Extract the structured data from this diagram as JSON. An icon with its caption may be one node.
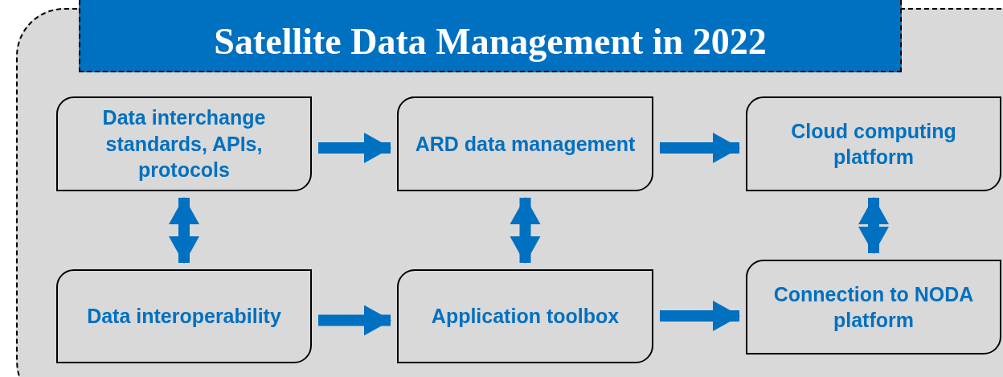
{
  "diagram": {
    "title": "Satellite Data Management in 2022",
    "nodes": [
      {
        "text": [
          "Data interchange standards, APIs, protocols"
        ]
      },
      {
        "text": [
          "ARD data management"
        ]
      },
      {
        "text": [
          "Cloud computing platform"
        ]
      },
      {
        "text": [
          "Data interoperability"
        ]
      },
      {
        "text": [
          "Application toolbox"
        ]
      },
      {
        "text": [
          "Connection to NODA platform"
        ]
      }
    ],
    "edges": [
      {
        "from": 0,
        "to": 1,
        "arrow": "to"
      },
      {
        "from": 1,
        "to": 2,
        "arrow": "to"
      },
      {
        "from": 0,
        "to": 3,
        "arrow": "both"
      },
      {
        "from": 1,
        "to": 4,
        "arrow": "both"
      },
      {
        "from": 2,
        "to": 5,
        "arrow": "both"
      },
      {
        "from": 3,
        "to": 4,
        "arrow": "to"
      },
      {
        "from": 4,
        "to": 5,
        "arrow": "to"
      }
    ]
  }
}
